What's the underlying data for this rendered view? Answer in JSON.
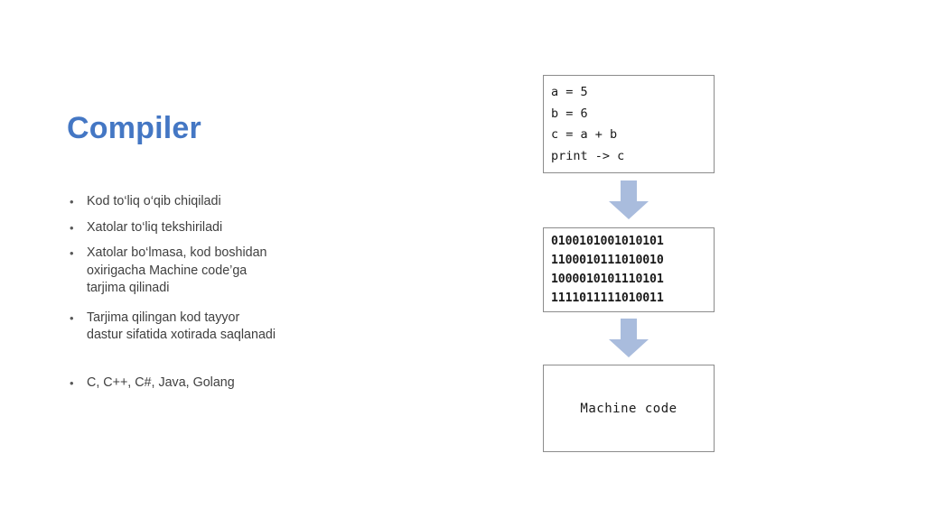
{
  "slide": {
    "title": "Compiler",
    "title_color": "#4477c4",
    "background": "#ffffff",
    "bullet_marker": "•",
    "bullets": [
      "Kod to‘liq o‘qib chiqiladi",
      "Xatolar to‘liq tekshiriladi",
      "Xatolar bo‘lmasa, kod boshidan\noxirigacha Machine code’ga\ntarjima qilinadi",
      "Tarjima qilingan kod tayyor\ndastur sifatida xotirada saqlanadi",
      "C, C++, C#, Java, Golang"
    ]
  },
  "diagram": {
    "arrow_color": "#a9bcdd",
    "box_border_color": "#8c8c8c",
    "arrow_icon_name": "arrow-down-icon",
    "source_code": {
      "lines": [
        "a = 5",
        "b = 6",
        "c = a + b",
        "print -> c"
      ]
    },
    "binary_code": {
      "lines": [
        "0100101001010101",
        "1100010111010010",
        "1000010101110101",
        "1111011111010011"
      ]
    },
    "machine_code": {
      "label": "Machine code"
    }
  }
}
